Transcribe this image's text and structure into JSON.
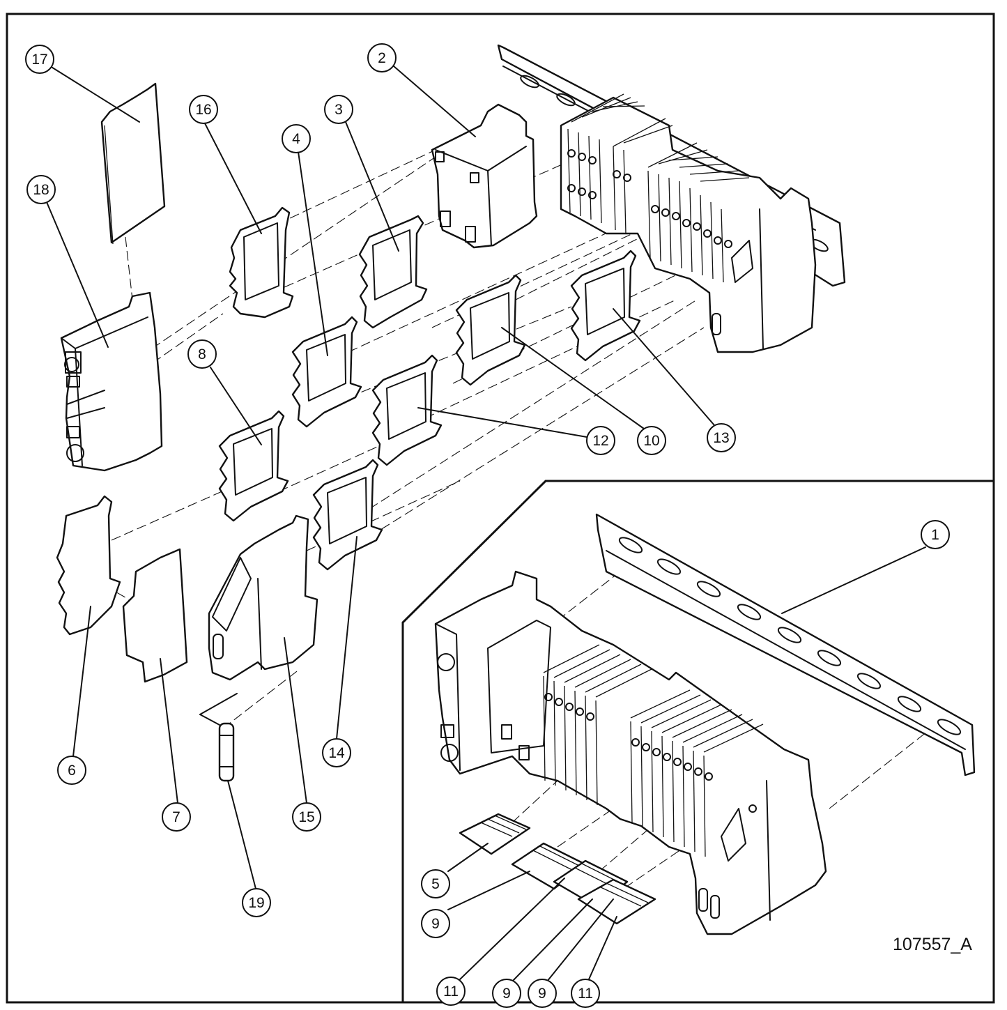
{
  "drawing_id": "107557_A",
  "callouts": [
    {
      "label": "17"
    },
    {
      "label": "16"
    },
    {
      "label": "2"
    },
    {
      "label": "3"
    },
    {
      "label": "4"
    },
    {
      "label": "18"
    },
    {
      "label": "8"
    },
    {
      "label": "12"
    },
    {
      "label": "10"
    },
    {
      "label": "13"
    },
    {
      "label": "6"
    },
    {
      "label": "7"
    },
    {
      "label": "14"
    },
    {
      "label": "15"
    },
    {
      "label": "19"
    },
    {
      "label": "1"
    },
    {
      "label": "5"
    },
    {
      "label": "9"
    },
    {
      "label": "11"
    },
    {
      "label": "9"
    },
    {
      "label": "9"
    },
    {
      "label": "11"
    }
  ]
}
